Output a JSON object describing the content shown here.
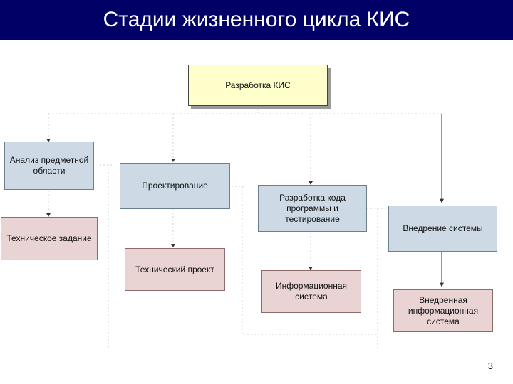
{
  "header": {
    "title": "Стадии жизненного цикла КИС"
  },
  "nodes": {
    "development": "Разработка КИС",
    "analysis": "Анализ предметной области",
    "tech_task": "Техническое задание",
    "design": "Проектирование",
    "tech_project": "Технический проект",
    "coding": "Разработка кода программы и тестирование",
    "info_system": "Информационная система",
    "deployment": "Внедрение системы",
    "deployed_system": "Внедренная информационная система"
  },
  "footer": {
    "page_number": "3"
  },
  "colors": {
    "header_bg": "#000066",
    "process_box": "#cdd9e4",
    "result_box": "#ead3d3",
    "root_box": "#ffffcc"
  }
}
